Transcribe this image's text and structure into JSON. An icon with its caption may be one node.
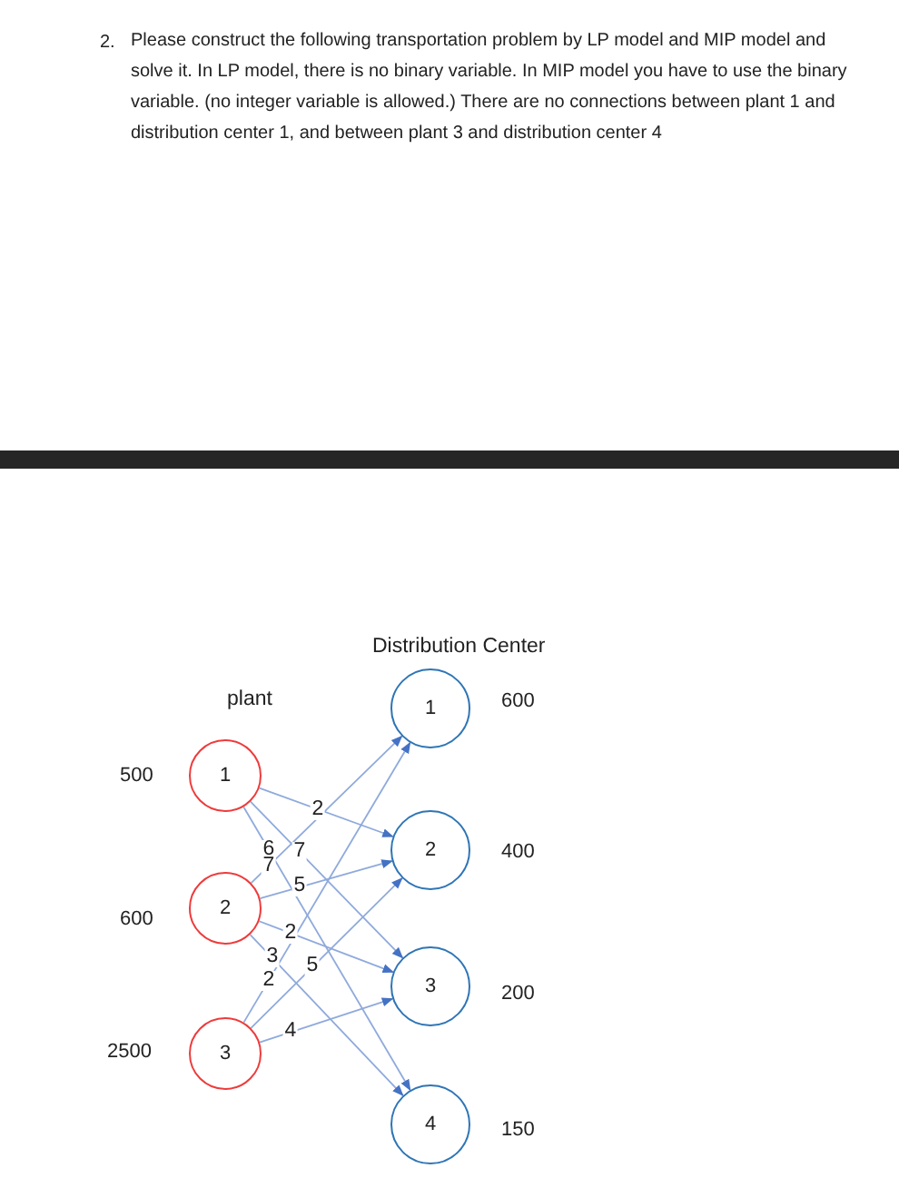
{
  "diagram": {
    "nodes": [
      {
        "text": [
          "1"
        ],
        "beside": [
          "500"
        ]
      },
      {
        "text": [
          "2"
        ],
        "beside": [
          "600"
        ]
      },
      {
        "text": [
          "3"
        ],
        "beside": [
          "2500"
        ]
      },
      {
        "text": [
          "1"
        ],
        "beside": [
          "600"
        ]
      },
      {
        "text": [
          "2"
        ],
        "beside": [
          "400"
        ]
      },
      {
        "text": [
          "3"
        ],
        "beside": [
          "200"
        ]
      },
      {
        "text": [
          "4"
        ],
        "beside": [
          "150"
        ]
      }
    ],
    "edges": [
      {
        "from": 0,
        "to": 4,
        "arrow": "to",
        "label": "2"
      },
      {
        "from": 0,
        "to": 5,
        "arrow": "to",
        "label": "7"
      },
      {
        "from": 0,
        "to": 6,
        "arrow": "to",
        "label": "6"
      },
      {
        "from": 1,
        "to": 3,
        "arrow": "to",
        "label": "7"
      },
      {
        "from": 1,
        "to": 4,
        "arrow": "to",
        "label": "5"
      },
      {
        "from": 1,
        "to": 5,
        "arrow": "to",
        "label": "2"
      },
      {
        "from": 1,
        "to": 6,
        "arrow": "to",
        "label": "3"
      },
      {
        "from": 2,
        "to": 3,
        "arrow": "to",
        "label": "2"
      },
      {
        "from": 2,
        "to": 4,
        "arrow": "to",
        "label": "5"
      },
      {
        "from": 2,
        "to": 5,
        "arrow": "to",
        "label": "4"
      }
    ],
    "labels": [
      "2.",
      "Please construct the following transportation problem by LP model and MIP model and solve it. In LP model, there is no binary variable. In MIP model you have to use the binary variable. (no integer variable is allowed.) There are no connections between plant 1 and distribution center 1, and between plant 3 and distribution center 4",
      "Distribution Center",
      "plant"
    ]
  }
}
